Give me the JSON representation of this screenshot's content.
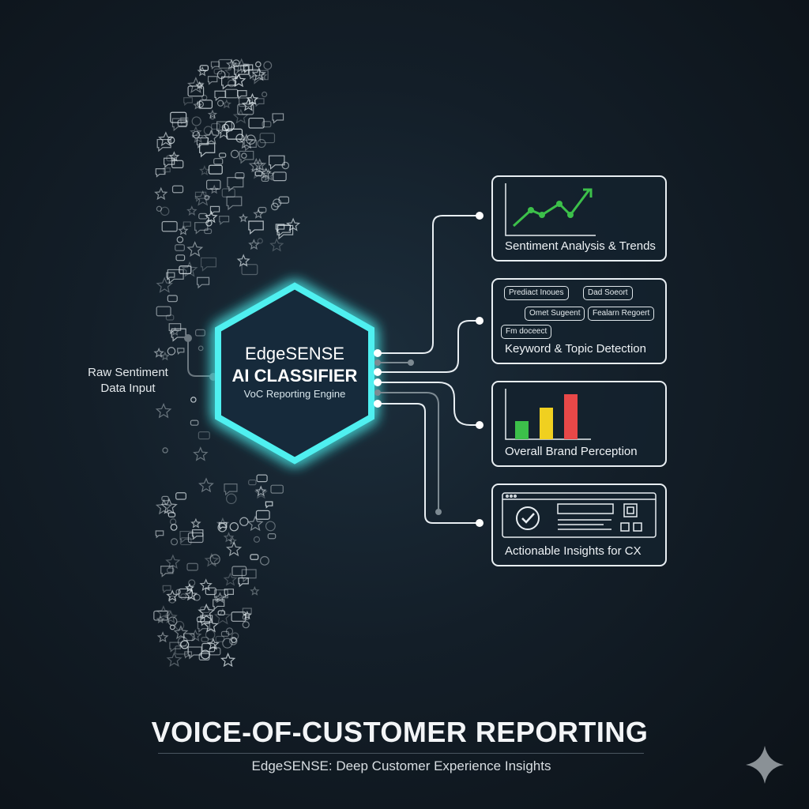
{
  "input": {
    "label_line1": "Raw Sentiment",
    "label_line2": "Data Input"
  },
  "classifier": {
    "brand": "EdgeSENSE",
    "title": "AI CLASSIFIER",
    "subtitle": "VoC Reporting Engine"
  },
  "panels": [
    {
      "label": "Sentiment Analysis & Trends"
    },
    {
      "label": "Keyword & Topic Detection",
      "bubbles": [
        "Prediact Inoues",
        "Dad Soeort",
        "Omet Sugeent",
        "Fealarn Regoert",
        "Fm doceect"
      ]
    },
    {
      "label": "Overall Brand Perception",
      "bars": [
        {
          "value": 1,
          "color": "#3cc04a"
        },
        {
          "value": 2,
          "color": "#f0d020"
        },
        {
          "value": 3,
          "color": "#e84848"
        }
      ]
    },
    {
      "label": "Actionable Insights for CX"
    }
  ],
  "footer": {
    "title": "VOICE-OF-CUSTOMER REPORTING",
    "subtitle": "EdgeSENSE: Deep Customer Experience Insights"
  },
  "colors": {
    "accent": "#4ff0f0",
    "line": "#e8eef2",
    "trend": "#3cc04a"
  }
}
